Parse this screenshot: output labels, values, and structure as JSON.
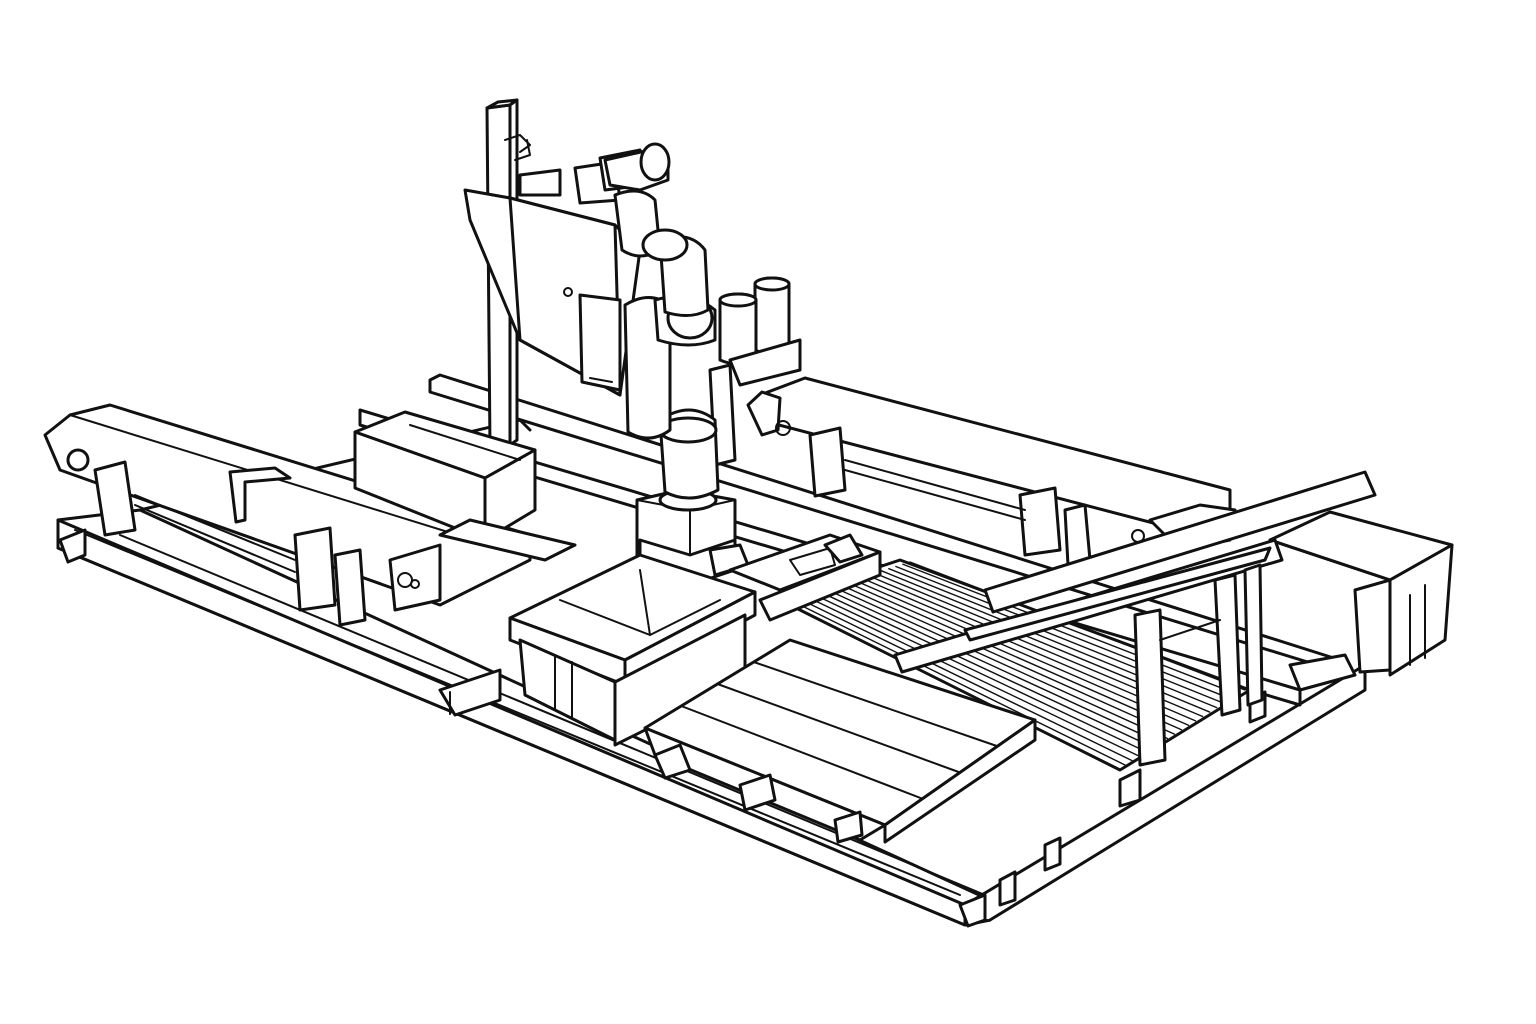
{
  "scene": {
    "subject": "robotic-sorting-cell",
    "style": "black line art on white",
    "colors": {
      "ink": "#111111",
      "paper": "#ffffff"
    },
    "components": [
      "base-frame",
      "left-conveyor",
      "right-conveyor",
      "robot-arm",
      "camera-mast",
      "center-bin",
      "rear-bin",
      "right-bin",
      "slat-deck",
      "loose-planks",
      "front-pallet",
      "cylinders"
    ]
  }
}
